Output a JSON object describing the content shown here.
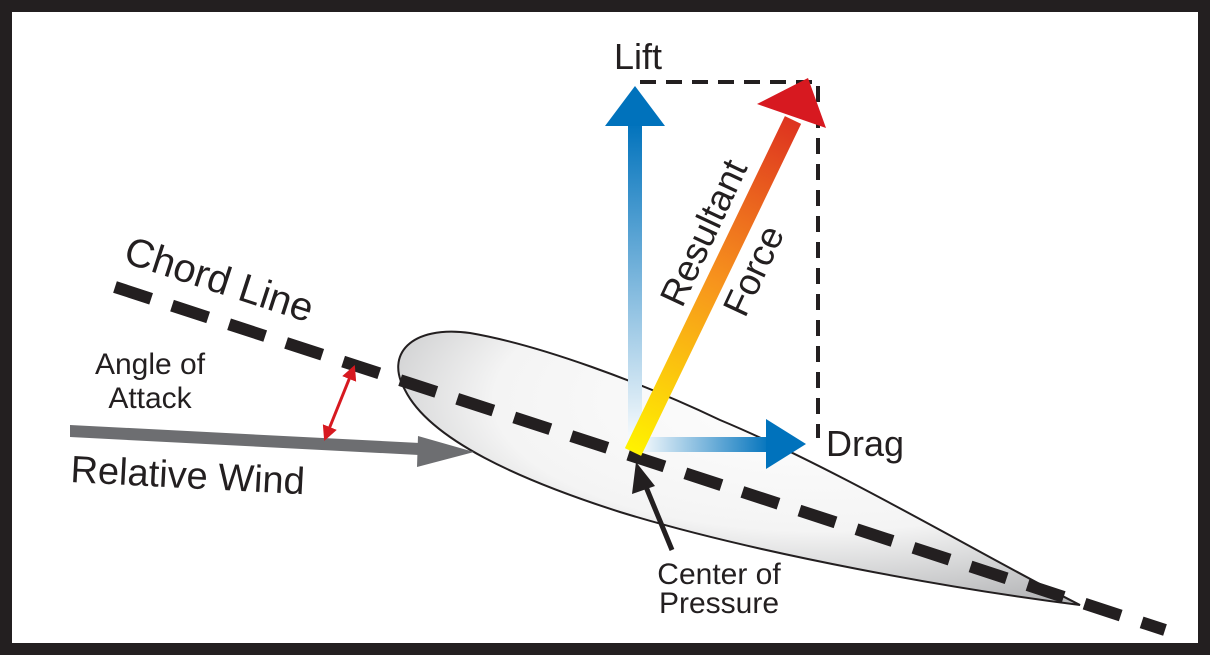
{
  "labels": {
    "lift": "Lift",
    "drag": "Drag",
    "resultant_line1": "Resultant",
    "resultant_line2": "Force",
    "chord_line": "Chord Line",
    "angle_line1": "Angle of",
    "angle_line2": "Attack",
    "relative_wind": "Relative Wind",
    "cop_line1": "Center of",
    "cop_line2": "Pressure"
  },
  "colors": {
    "frame": "#231f20",
    "lift_arrow": "#0072bc",
    "drag_arrow": "#0072bc",
    "resultant_tip": "#d71920",
    "resultant_base": "#fff200",
    "relative_wind_arrow": "#6d6e71",
    "angle_marker": "#d71920",
    "chord_line": "#231f20"
  }
}
